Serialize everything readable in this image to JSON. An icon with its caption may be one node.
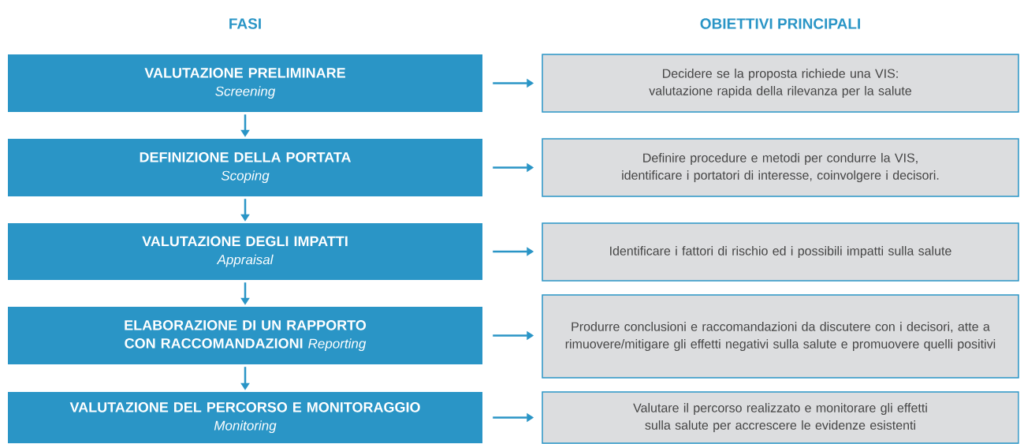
{
  "diagram": {
    "nodes": [
      {
        "text": [
          "VALUTAZIONE PRELIMINARE",
          "Screening"
        ]
      },
      {
        "text": [
          "Decidere se la proposta richiede una VIS: valutazione rapida della rilevanza per la salute"
        ]
      },
      {
        "text": [
          "DEFINIZIONE DELLA PORTATA",
          "Scoping"
        ]
      },
      {
        "text": [
          "Definire procedure e metodi per condurre la VIS, identificare i portatori di interesse, coinvolgere i decisori."
        ]
      },
      {
        "text": [
          "VALUTAZIONE DEGLI IMPATTI",
          "Appraisal"
        ]
      },
      {
        "text": [
          "Identificare i fattori di rischio ed i possibili impatti sulla salute"
        ]
      },
      {
        "text": [
          "ELABORAZIONE DI UN RAPPORTO CON RACCOMANDAZIONI",
          "Reporting"
        ]
      },
      {
        "text": [
          "Produrre conclusioni e raccomandazioni da discutere con i decisori, atte a rimuovere/mitigare gli effetti negativi sulla salute e promuovere quelli positivi"
        ]
      },
      {
        "text": [
          "VALUTAZIONE DEL PERCORSO E MONITORAGGIO",
          "Monitoring"
        ]
      },
      {
        "text": [
          "Valutare il percorso realizzato e monitorare gli effetti sulla salute per accrescere le evidenze esistenti"
        ]
      }
    ],
    "edges": [
      {
        "from": 0,
        "to": 1,
        "arrow": "to"
      },
      {
        "from": 2,
        "to": 3,
        "arrow": "to"
      },
      {
        "from": 4,
        "to": 5,
        "arrow": "to"
      },
      {
        "from": 6,
        "to": 7,
        "arrow": "to"
      },
      {
        "from": 8,
        "to": 9,
        "arrow": "to"
      },
      {
        "from": 0,
        "to": 2,
        "arrow": "to"
      },
      {
        "from": 2,
        "to": 4,
        "arrow": "to"
      },
      {
        "from": 4,
        "to": 6,
        "arrow": "to"
      },
      {
        "from": 6,
        "to": 8,
        "arrow": "to"
      }
    ],
    "labels": [
      "FASI",
      "OBIETTIVI PRINCIPALI"
    ]
  }
}
